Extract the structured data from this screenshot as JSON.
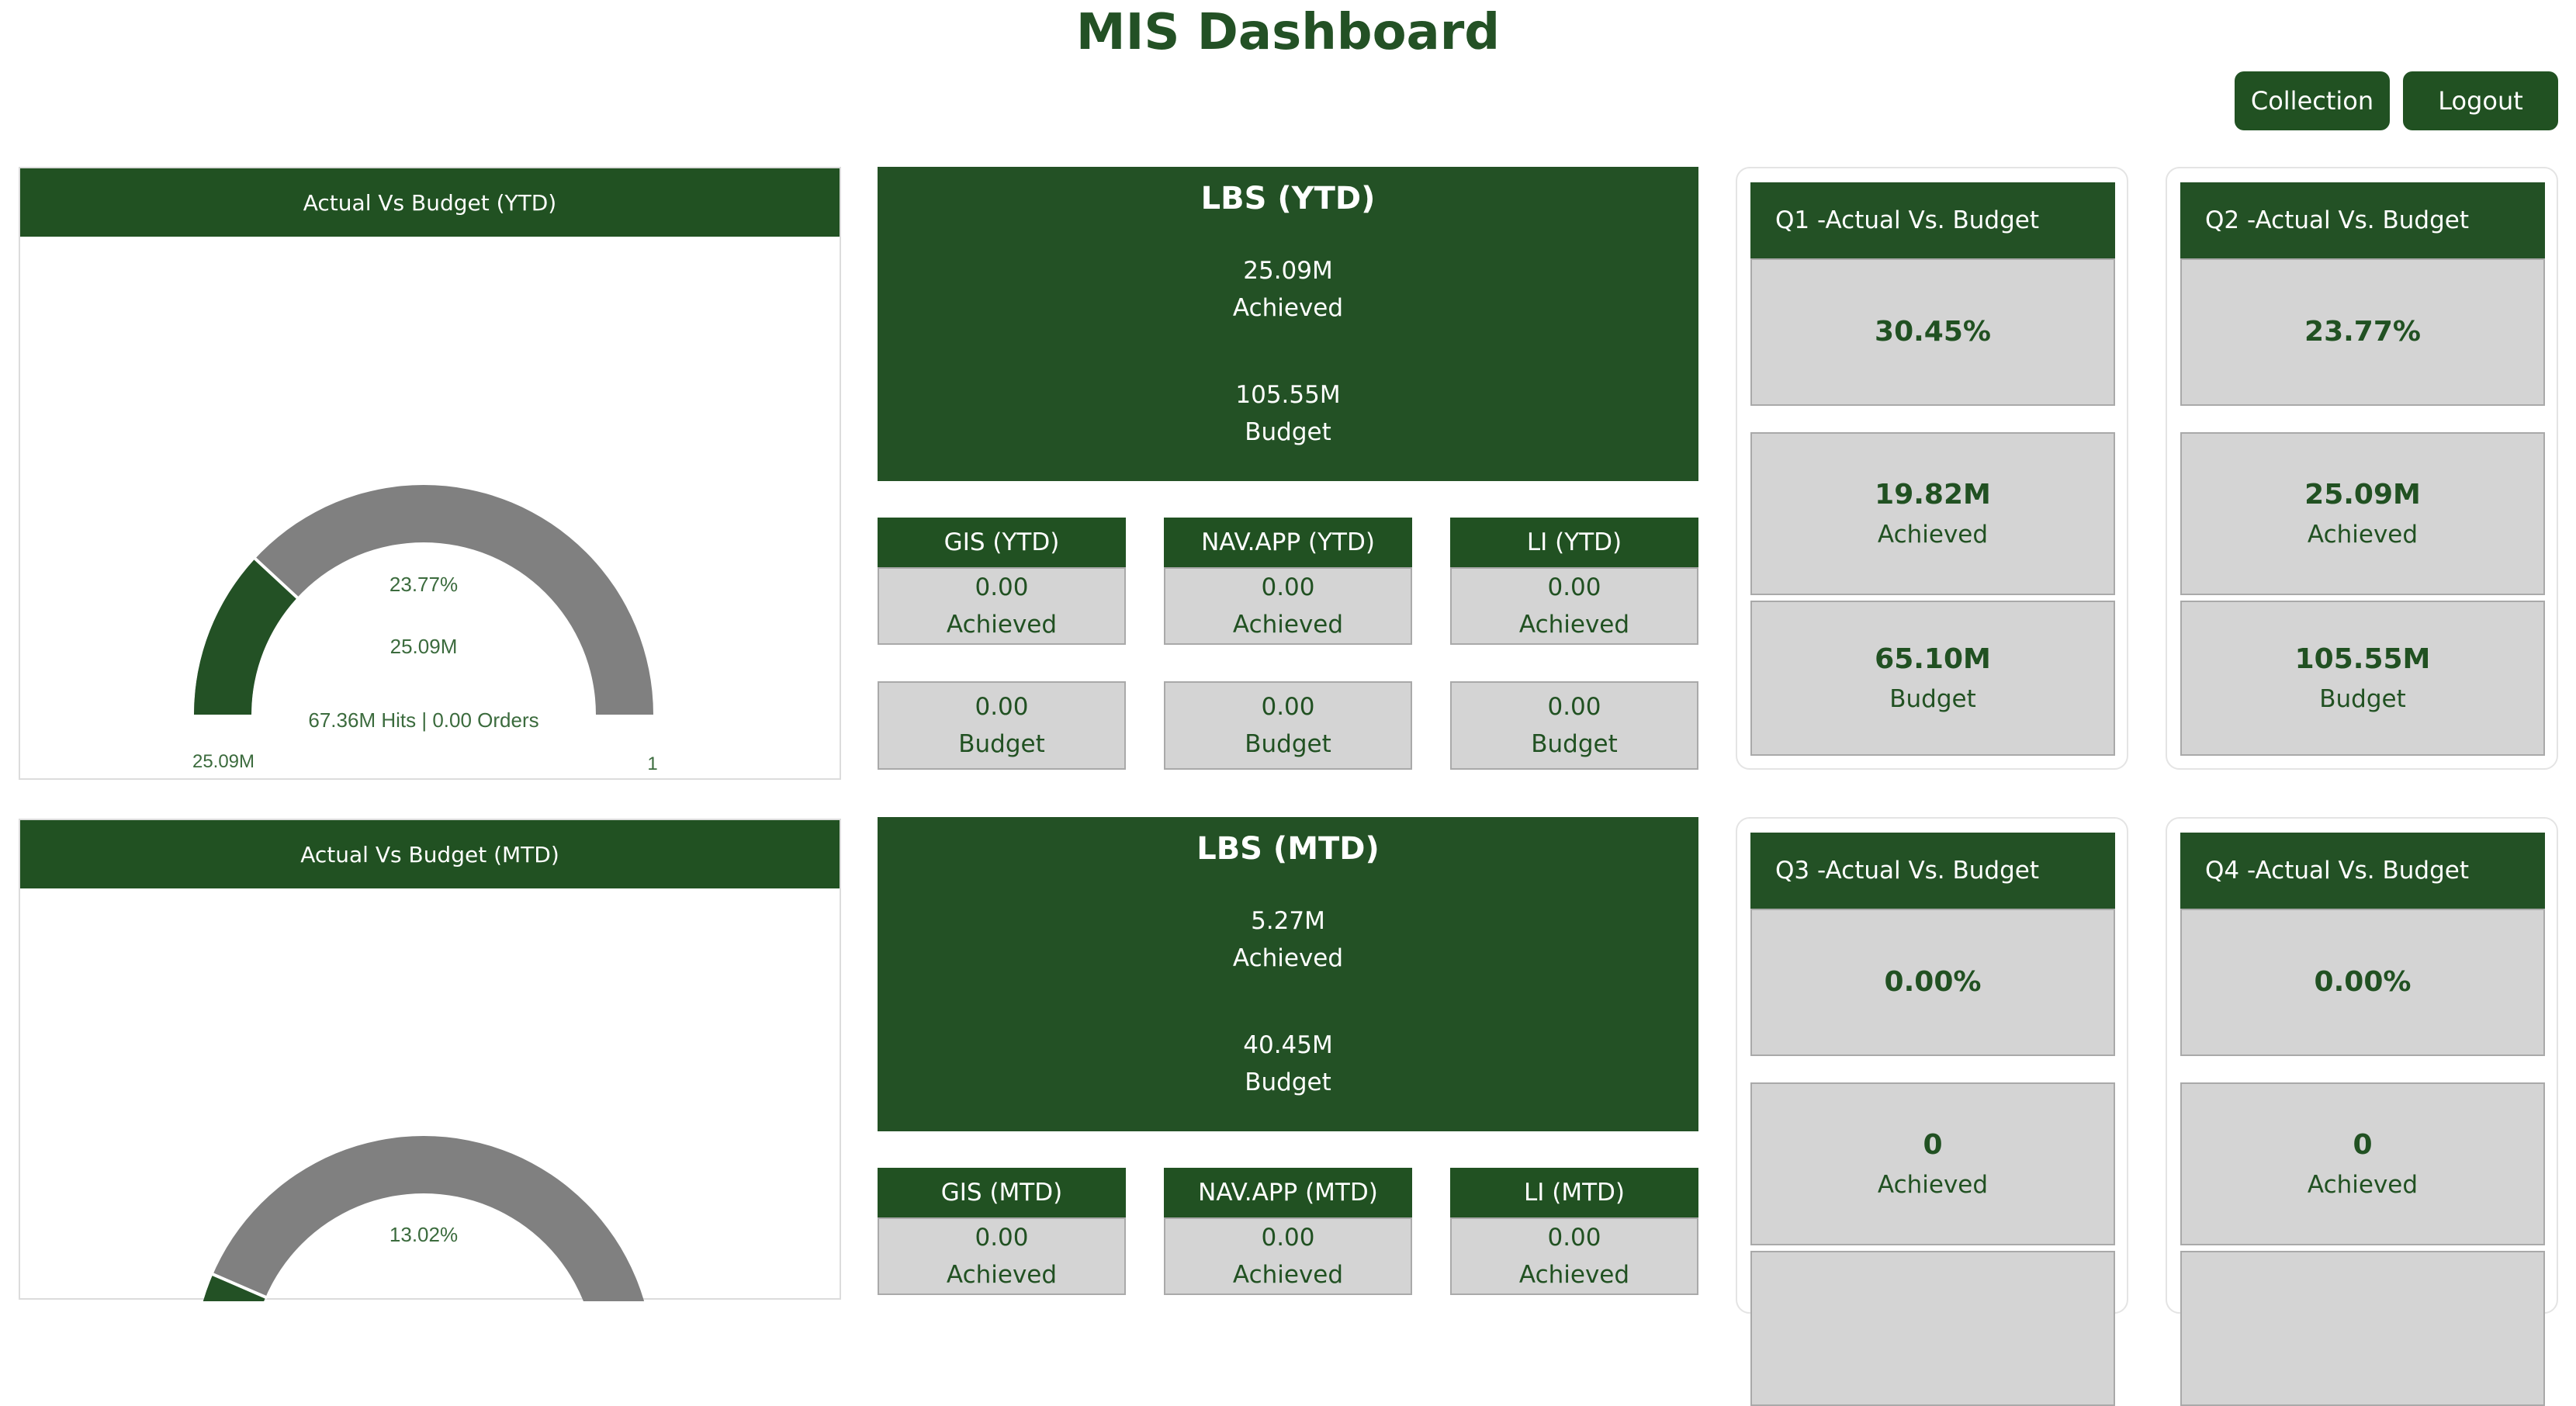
{
  "header": {
    "title": "MIS Dashboard",
    "collection_label": "Collection",
    "logout_label": "Logout"
  },
  "colors": {
    "primary": "#235125",
    "panel": "#d4d4d4",
    "gauge_track": "#808080"
  },
  "gauges": [
    {
      "title": "Actual Vs Budget (YTD)",
      "percent_text": "23.77%",
      "value_text": "25.09M",
      "footer_text": "67.36M Hits | 0.00 Orders",
      "min_label": "25.09M",
      "max_label": "1",
      "fill_fraction": 0.2377
    },
    {
      "title": "Actual Vs Budget (MTD)",
      "percent_text": "13.02%",
      "fill_fraction": 0.1302
    }
  ],
  "lbs": [
    {
      "title": "LBS (YTD)",
      "achieved_value": "25.09M",
      "achieved_label": "Achieved",
      "budget_value": "105.55M",
      "budget_label": "Budget"
    },
    {
      "title": "LBS (MTD)",
      "achieved_value": "5.27M",
      "achieved_label": "Achieved",
      "budget_value": "40.45M",
      "budget_label": "Budget"
    }
  ],
  "subs_ytd": [
    {
      "title": "GIS (YTD)",
      "achieved_value": "0.00",
      "achieved_label": "Achieved",
      "budget_value": "0.00",
      "budget_label": "Budget"
    },
    {
      "title": "NAV.APP (YTD)",
      "achieved_value": "0.00",
      "achieved_label": "Achieved",
      "budget_value": "0.00",
      "budget_label": "Budget"
    },
    {
      "title": "LI (YTD)",
      "achieved_value": "0.00",
      "achieved_label": "Achieved",
      "budget_value": "0.00",
      "budget_label": "Budget"
    }
  ],
  "subs_mtd": [
    {
      "title": "GIS (MTD)",
      "achieved_value": "0.00",
      "achieved_label": "Achieved"
    },
    {
      "title": "NAV.APP (MTD)",
      "achieved_value": "0.00",
      "achieved_label": "Achieved"
    },
    {
      "title": "LI (MTD)",
      "achieved_value": "0.00",
      "achieved_label": "Achieved"
    }
  ],
  "quarters": [
    {
      "title": "Q1 -Actual Vs. Budget",
      "percent": "30.45%",
      "achieved_value": "19.82M",
      "achieved_label": "Achieved",
      "budget_value": "65.10M",
      "budget_label": "Budget"
    },
    {
      "title": "Q2 -Actual Vs. Budget",
      "percent": "23.77%",
      "achieved_value": "25.09M",
      "achieved_label": "Achieved",
      "budget_value": "105.55M",
      "budget_label": "Budget"
    },
    {
      "title": "Q3 -Actual Vs. Budget",
      "percent": "0.00%",
      "achieved_value": "0",
      "achieved_label": "Achieved"
    },
    {
      "title": "Q4 -Actual Vs. Budget",
      "percent": "0.00%",
      "achieved_value": "0",
      "achieved_label": "Achieved"
    }
  ]
}
